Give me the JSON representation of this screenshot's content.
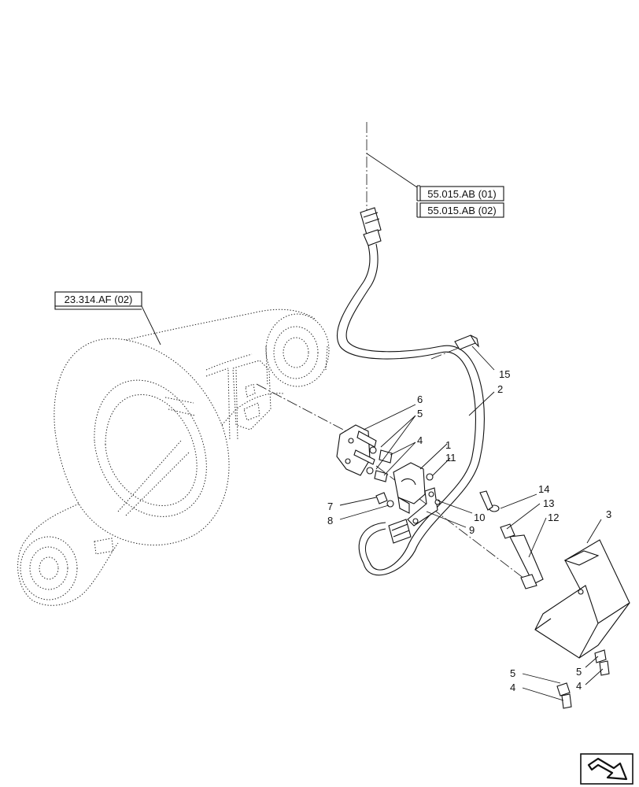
{
  "references": {
    "upper_1": "55.015.AB (01)",
    "upper_2": "55.015.AB (02)",
    "frame": "23.314.AF (02)"
  },
  "callouts": {
    "c1": "1",
    "c2": "2",
    "c3": "3",
    "c4a": "4",
    "c4b": "4",
    "c4c": "4",
    "c5a": "5",
    "c5b": "5",
    "c5c": "5",
    "c6": "6",
    "c7": "7",
    "c8": "8",
    "c9": "9",
    "c10": "10",
    "c11": "11",
    "c12": "12",
    "c13": "13",
    "c14": "14",
    "c15": "15"
  },
  "nav_icon": "next-page-arrow-icon"
}
